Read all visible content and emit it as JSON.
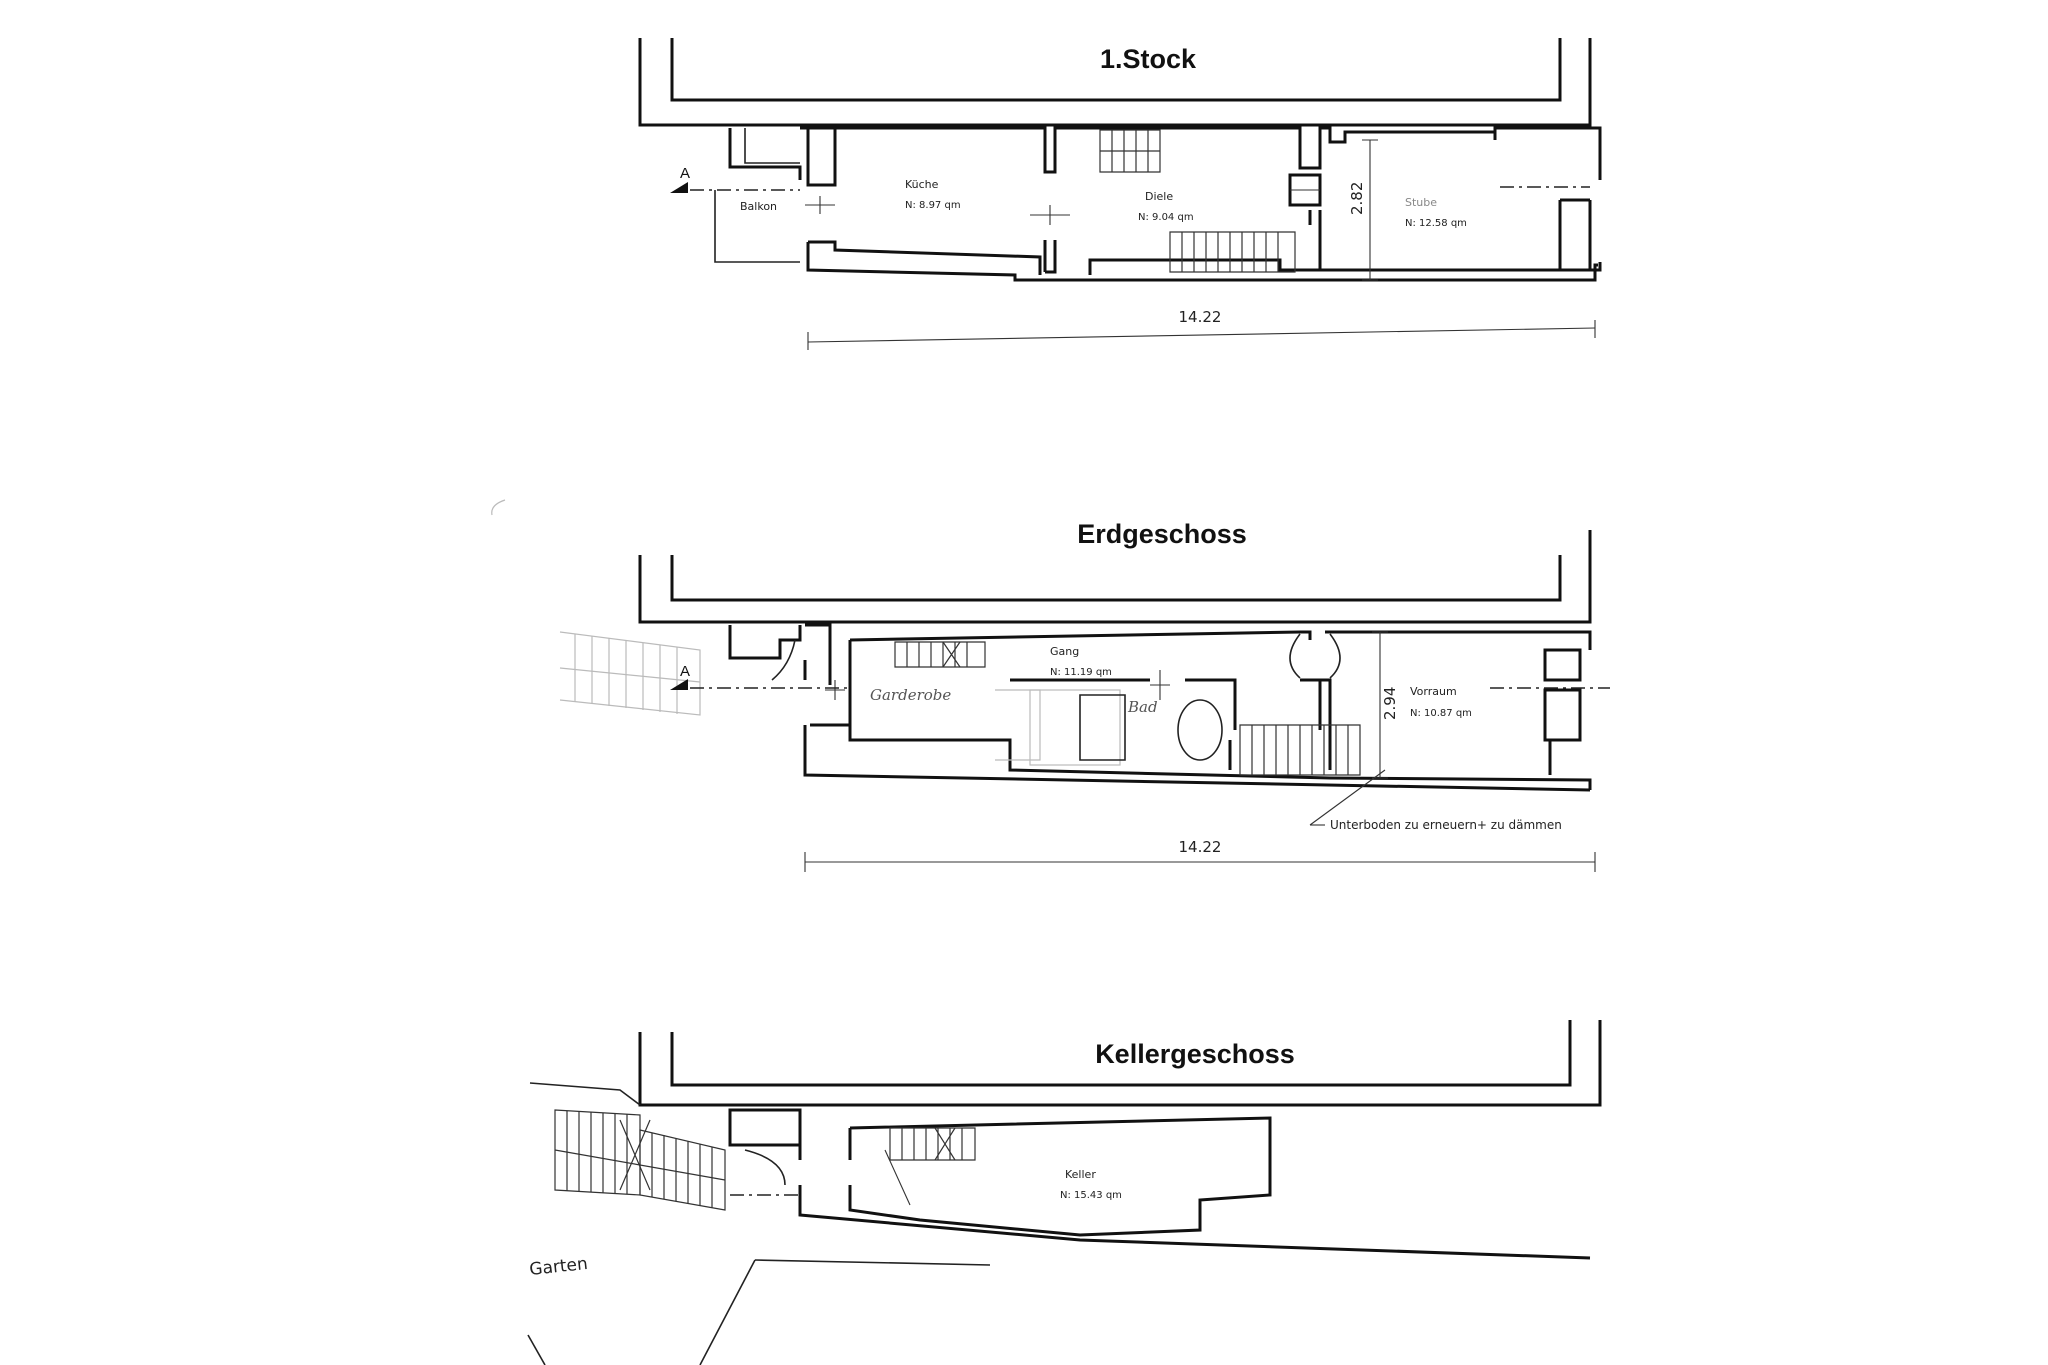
{
  "floors": [
    {
      "heading": "1.Stock",
      "rooms": [
        {
          "name": "Balkon",
          "area": ""
        },
        {
          "name": "Küche",
          "area": "N: 8.97 qm"
        },
        {
          "name": "Diele",
          "area": "N: 9.04 qm"
        },
        {
          "name": "Stube",
          "area": "N: 12.58 qm"
        }
      ],
      "dimension_width": "14.22",
      "dimension_depth": "2.82",
      "section_marker": "A"
    },
    {
      "heading": "Erdgeschoss",
      "rooms": [
        {
          "name": "Gang",
          "area": "N: 11.19 qm"
        },
        {
          "name": "Vorraum",
          "area": "N: 10.87 qm"
        }
      ],
      "handwritten": [
        "Garderobe",
        "Bad"
      ],
      "dimension_width": "14.22",
      "dimension_depth": "2.94",
      "note": "Unterboden zu erneuern+ zu dämmen",
      "section_marker": "A"
    },
    {
      "heading": "Kellergeschoss",
      "rooms": [
        {
          "name": "Keller",
          "area": "N: 15.43 qm"
        }
      ],
      "outside_label": "Garten"
    }
  ]
}
